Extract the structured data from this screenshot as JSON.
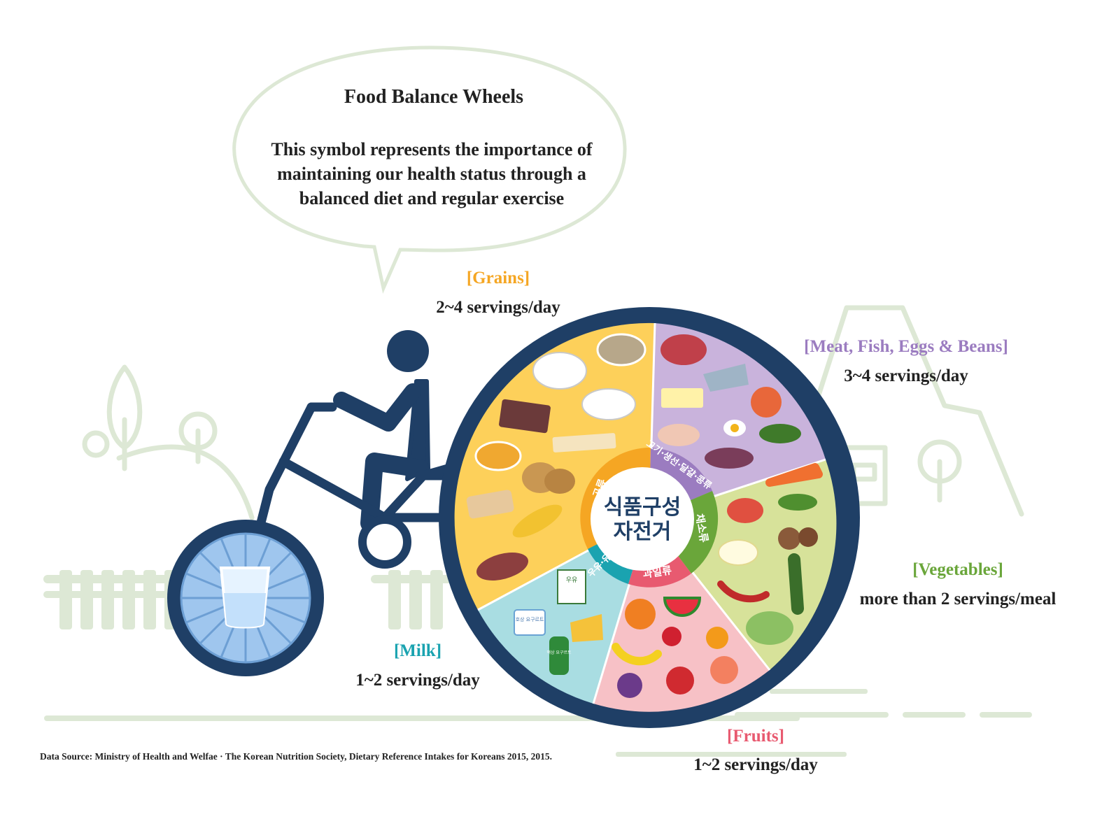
{
  "bubble": {
    "title": "Food Balance Wheels",
    "description": "This symbol represents the importance of maintaining our health status through a balanced diet and regular exercise"
  },
  "wheel": {
    "center_label_line1": "식품구성",
    "center_label_line2": "자전거"
  },
  "categories": [
    {
      "name": "[Grains]",
      "servings": "2~4 servings/day",
      "korean": "곡류",
      "color": "#f5a623"
    },
    {
      "name": "[Meat, Fish, Eggs & Beans]",
      "servings": "3~4 servings/day",
      "korean": "고기·생선·달걀·콩류",
      "color": "#9b7cc0"
    },
    {
      "name": "[Vegetables]",
      "servings": "more than 2 servings/meal",
      "korean": "채소류",
      "color": "#6aa63a"
    },
    {
      "name": "[Fruits]",
      "servings": "1~2 servings/day",
      "korean": "과일류",
      "color": "#e85a70"
    },
    {
      "name": "[Milk]",
      "servings": "1~2 servings/day",
      "korean": "우유·유제품",
      "color": "#1aa3b0"
    }
  ],
  "food_labels": {
    "milk_carton": "우유",
    "yogurt_cup": "호상 요구르트",
    "yogurt_bottle": "액상 요구르트"
  },
  "source": "Data Source: Ministry of Health and Welfae · The Korean Nutrition Society, Dietary Reference Intakes for Koreans 2015, 2015.",
  "colors": {
    "navy": "#1f3f66",
    "background_line": "#dde8d5",
    "grains_bg": "#fdd05a",
    "meat_bg": "#c9b3dc",
    "veg_bg": "#d7e29a",
    "fruit_bg": "#f7c1c6",
    "milk_bg": "#a9dde2"
  }
}
